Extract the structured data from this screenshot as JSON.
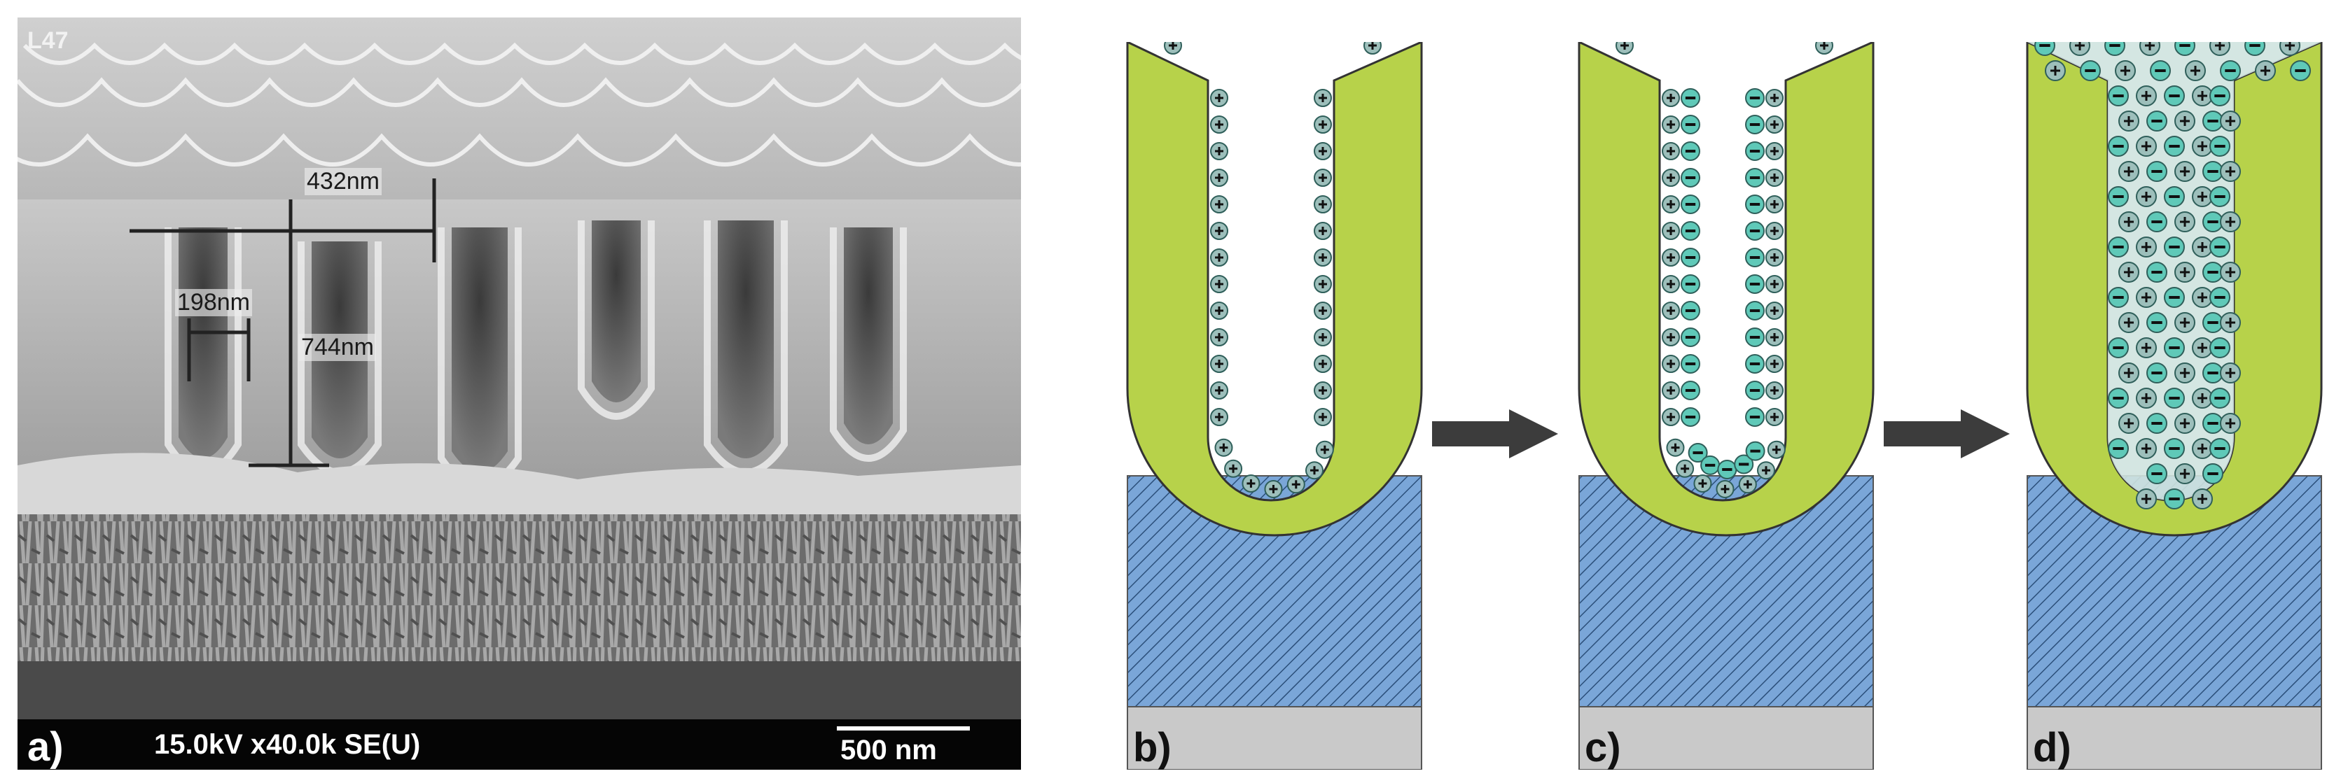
{
  "panel_a": {
    "label": "a)",
    "corner_text": "L47",
    "info": "15.0kV x40.0k SE(U)",
    "scale_bar": "500 nm",
    "measurements": [
      "432nm",
      "198nm",
      "744nm"
    ]
  },
  "panels": [
    {
      "label": "b)"
    },
    {
      "label": "c)"
    },
    {
      "label": "d)"
    }
  ],
  "colors": {
    "tube": "#b7d24a",
    "substrate_blue": "#7aa6d8",
    "base_grey": "#c9c9c9",
    "ion": "#5fc9b8",
    "arrow": "#3c3c3c"
  },
  "icons": [
    "arrow-right-icon",
    "cation-plus-icon",
    "anion-minus-icon"
  ]
}
